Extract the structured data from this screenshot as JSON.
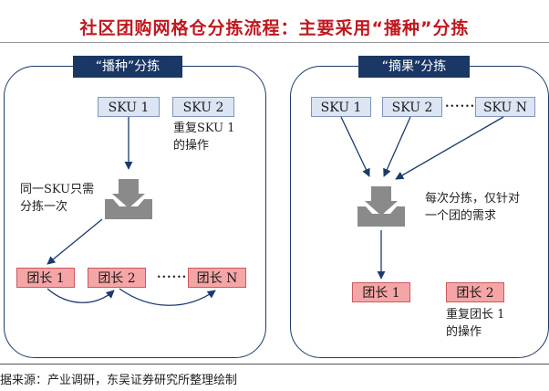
{
  "title": "社区团购网格仓分拣流程：主要采用“播种”分拣",
  "left_panel": {
    "label": "“播种”分拣",
    "sku1": "SKU 1",
    "sku2": "SKU 2",
    "repeat_note": "重复SKU 1\n的操作",
    "sort_note": "同一SKU只需\n分拣一次",
    "group1": "团长 1",
    "group2": "团长 2",
    "dots": "......",
    "groupN": "团长 N"
  },
  "right_panel": {
    "label": "“摘果”分拣",
    "sku1": "SKU 1",
    "sku2": "SKU 2",
    "dots": "......",
    "skuN": "SKU N",
    "sort_note": "每次分拣，仅针对\n一个团的需求",
    "group1": "团长 1",
    "group2": "团长 2",
    "repeat_note": "重复团长 1\n的操作"
  },
  "footer": "据来源：产业调研，东吴证券研究所整理绘制",
  "colors": {
    "title": "#c0181f",
    "panel_label": "#1a3765",
    "sku_fill": "#dbe5f3",
    "group_fill": "#f6a5a7",
    "arrow": "#1b3a6b",
    "icon": "#8a8a8a"
  },
  "icons": [
    "inbox-download-icon",
    "inbox-download-icon"
  ]
}
